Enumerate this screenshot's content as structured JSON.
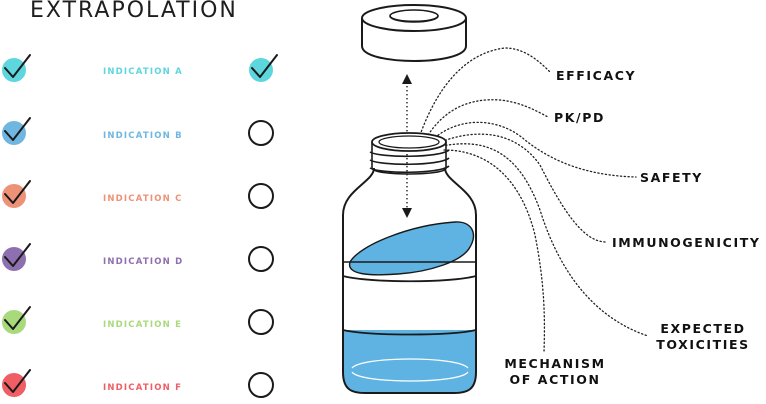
{
  "title": "EXTRAPOLATION",
  "indications": [
    {
      "label": "INDICATION A",
      "color": "#5ED6DE",
      "right_checked": true
    },
    {
      "label": "INDICATION B",
      "color": "#6FB7E0",
      "right_checked": false
    },
    {
      "label": "INDICATION C",
      "color": "#EE9277",
      "right_checked": false
    },
    {
      "label": "INDICATION D",
      "color": "#8E6FAF",
      "right_checked": false
    },
    {
      "label": "INDICATION E",
      "color": "#A8DA7C",
      "right_checked": false
    },
    {
      "label": "INDICATION F",
      "color": "#EE5E64",
      "right_checked": false
    }
  ],
  "factors": {
    "efficacy": "EFFICACY",
    "pkpd": "PK/PD",
    "safety": "SAFETY",
    "immunogenicity": "IMMUNOGENICITY",
    "expected_toxicities_1": "EXPECTED",
    "expected_toxicities_2": "TOXICITIES",
    "moa_1": "MECHANISM",
    "moa_2": "OF ACTION"
  },
  "colors": {
    "liquid": "#5FB3E2",
    "outline": "#1a1a1a",
    "bottle_fill": "#ffffff"
  }
}
